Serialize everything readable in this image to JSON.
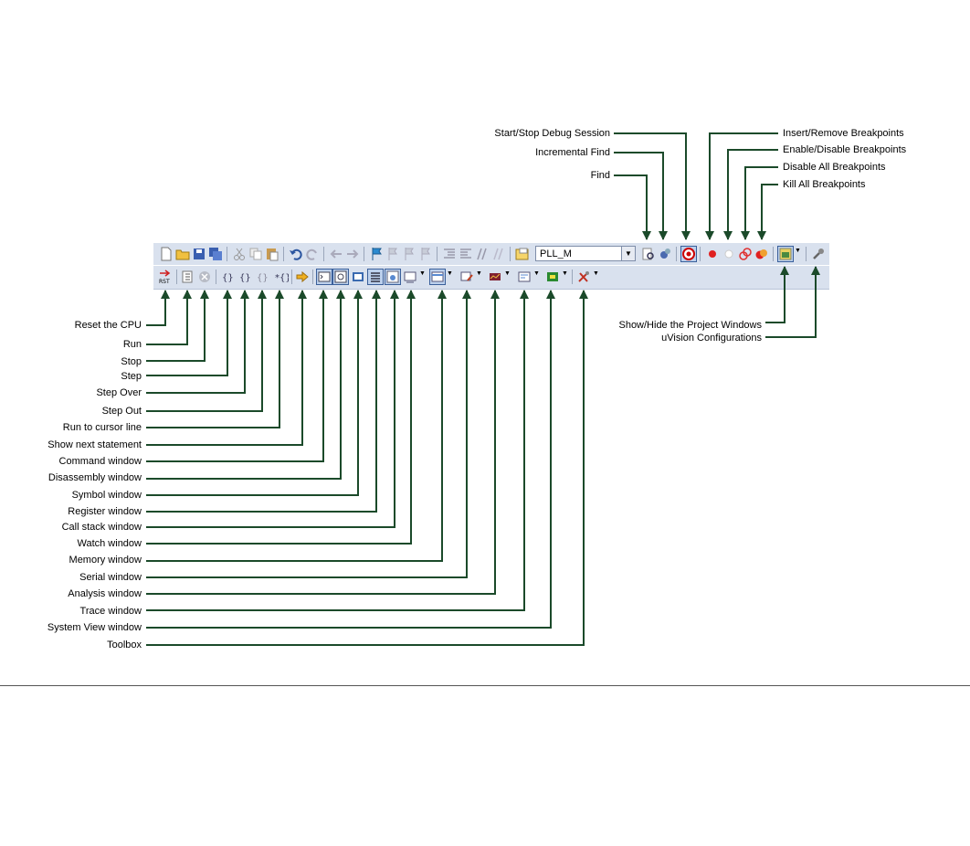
{
  "toolbar_top": {
    "combo_value": "PLL_M",
    "icons": [
      "new-file-icon",
      "open-file-icon",
      "save-icon",
      "save-all-icon",
      "cut-icon",
      "copy-icon",
      "paste-icon",
      "undo-icon",
      "redo-icon",
      "navigate-back-icon",
      "navigate-forward-icon",
      "bookmark-insert-icon",
      "bookmark-previous-icon",
      "bookmark-next-icon",
      "bookmark-clear-icon",
      "indent-icon",
      "unindent-icon",
      "comment-icon",
      "uncomment-icon",
      "find-in-files-icon",
      "find-icon",
      "incremental-find-icon",
      "debug-session-icon",
      "insert-breakpoint-icon",
      "enable-breakpoint-icon",
      "disable-all-breakpoints-icon",
      "kill-all-breakpoints-icon",
      "project-windows-icon",
      "configuration-icon"
    ]
  },
  "toolbar_debug": {
    "icons": [
      "reset-cpu-icon",
      "run-icon",
      "stop-icon",
      "step-icon",
      "step-over-icon",
      "step-out-icon",
      "run-to-cursor-icon",
      "show-next-statement-icon",
      "command-window-icon",
      "disassembly-window-icon",
      "symbol-window-icon",
      "register-window-icon",
      "call-stack-window-icon",
      "watch-window-icon",
      "memory-window-icon",
      "serial-window-icon",
      "analysis-window-icon",
      "trace-window-icon",
      "system-view-window-icon",
      "toolbox-icon"
    ]
  },
  "labels_left": [
    "Reset the CPU",
    "Run",
    "Stop",
    "Step",
    "Step Over",
    "Step Out",
    "Run to cursor line",
    "Show next statement",
    "Command window",
    "Disassembly window",
    "Symbol window",
    "Register window",
    "Call stack window",
    "Watch window",
    "Memory window",
    "Serial window",
    "Analysis window",
    "Trace window",
    "System View window",
    "Toolbox"
  ],
  "labels_top_left": [
    "Start/Stop Debug Session",
    "Incremental Find",
    "Find"
  ],
  "labels_top_right": [
    "Insert/Remove Breakpoints",
    "Enable/Disable Breakpoints",
    "Disable All Breakpoints",
    "Kill All Breakpoints"
  ],
  "labels_bottom_right": [
    "Show/Hide the Project Windows",
    "uVision Configurations"
  ],
  "colors": {
    "arrow": "#1b4a2a",
    "toolbar": "#d9e1ee"
  }
}
